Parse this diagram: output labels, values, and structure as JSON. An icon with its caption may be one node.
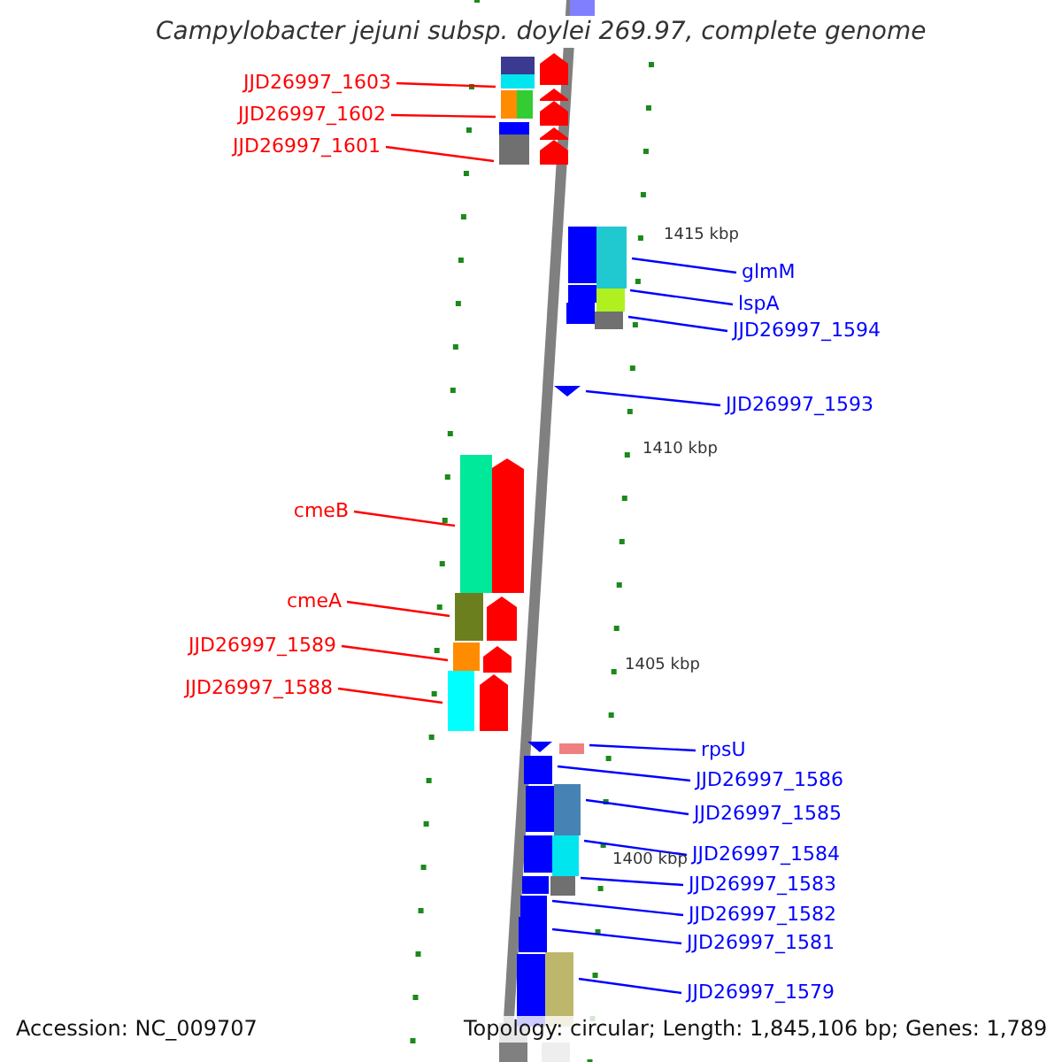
{
  "diagram": {
    "title": "Campylobacter jejuni subsp. doylei 269.97, complete genome",
    "nodes": [
      {
        "text": [
          "JJD26997_1603"
        ]
      },
      {
        "text": [
          "JJD26997_1602"
        ]
      },
      {
        "text": [
          "JJD26997_1601"
        ]
      },
      {
        "text": [
          "glmM"
        ]
      },
      {
        "text": [
          "lspA"
        ]
      },
      {
        "text": [
          "JJD26997_1594"
        ]
      },
      {
        "text": [
          "JJD26997_1593"
        ]
      },
      {
        "text": [
          "cmeB"
        ]
      },
      {
        "text": [
          "cmeA"
        ]
      },
      {
        "text": [
          "JJD26997_1589"
        ]
      },
      {
        "text": [
          "JJD26997_1588"
        ]
      },
      {
        "text": [
          "rpsU"
        ]
      },
      {
        "text": [
          "JJD26997_1586"
        ]
      },
      {
        "text": [
          "JJD26997_1585"
        ]
      },
      {
        "text": [
          "JJD26997_1584"
        ]
      },
      {
        "text": [
          "JJD26997_1583"
        ]
      },
      {
        "text": [
          "JJD26997_1582"
        ]
      },
      {
        "text": [
          "JJD26997_1581"
        ]
      },
      {
        "text": [
          "JJD26997_1579"
        ]
      },
      {
        "text": [],
        "shape": "bar"
      },
      {
        "text": [],
        "shape": "bar"
      },
      {
        "text": [],
        "shape": "bar"
      },
      {
        "text": [],
        "shape": "bar"
      },
      {
        "text": [],
        "shape": "bar"
      },
      {
        "text": [],
        "shape": "bar"
      },
      {
        "text": [],
        "shape": "triangle"
      },
      {
        "text": [],
        "shape": "bar"
      },
      {
        "text": [],
        "shape": "bar"
      },
      {
        "text": [],
        "shape": "bar"
      },
      {
        "text": [],
        "shape": "bar"
      },
      {
        "text": [],
        "shape": "bar"
      },
      {
        "text": [],
        "shape": "bar"
      },
      {
        "text": [],
        "shape": "bar"
      },
      {
        "text": [],
        "shape": "bar"
      },
      {
        "text": [],
        "shape": "bar"
      },
      {
        "text": [],
        "shape": "bar"
      },
      {
        "text": [],
        "shape": "bar"
      },
      {
        "text": [],
        "shape": "bar"
      }
    ],
    "edges": [
      {
        "from": 0,
        "to": 19,
        "arrow": "none",
        "color": "#ff0000"
      },
      {
        "from": 1,
        "to": 20,
        "arrow": "none",
        "color": "#ff0000"
      },
      {
        "from": 2,
        "to": 21,
        "arrow": "none",
        "color": "#ff0000"
      },
      {
        "from": 3,
        "to": 22,
        "arrow": "none"
      },
      {
        "from": 4,
        "to": 23,
        "arrow": "none"
      },
      {
        "from": 5,
        "to": 24,
        "arrow": "none"
      },
      {
        "from": 6,
        "to": 25,
        "arrow": "none"
      },
      {
        "from": 7,
        "to": 26,
        "arrow": "none",
        "color": "#ff0000"
      },
      {
        "from": 8,
        "to": 27,
        "arrow": "none",
        "color": "#ff0000"
      },
      {
        "from": 9,
        "to": 28,
        "arrow": "none",
        "color": "#ff0000"
      },
      {
        "from": 10,
        "to": 29,
        "arrow": "none",
        "color": "#ff0000"
      },
      {
        "from": 11,
        "to": 30,
        "arrow": "none"
      },
      {
        "from": 12,
        "to": 31,
        "arrow": "none"
      },
      {
        "from": 13,
        "to": 32,
        "arrow": "none"
      },
      {
        "from": 14,
        "to": 33,
        "arrow": "none"
      },
      {
        "from": 15,
        "to": 34,
        "arrow": "none"
      },
      {
        "from": 16,
        "to": 35,
        "arrow": "none"
      },
      {
        "from": 17,
        "to": 36,
        "arrow": "none"
      },
      {
        "from": 18,
        "to": 37,
        "arrow": "none"
      }
    ],
    "labels": [
      "1415 kbp",
      "1410 kbp",
      "1405 kbp",
      "1400 kbp",
      "Accession: NC_009707",
      "Topology: circular; Length: 1,845,106 bp; Genes: 1,789"
    ]
  }
}
